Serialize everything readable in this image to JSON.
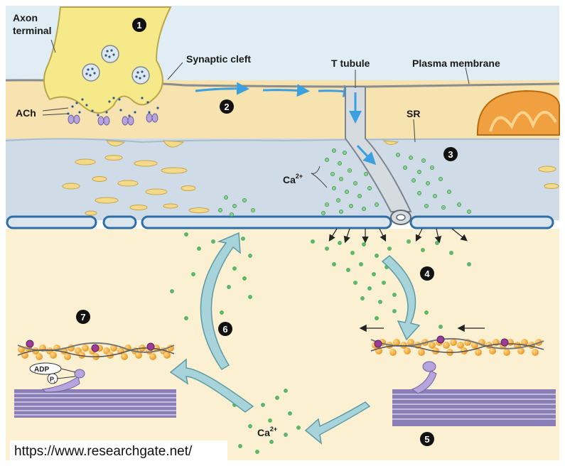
{
  "labels": {
    "axon_terminal_line1": "Axon",
    "axon_terminal_line2": "terminal",
    "synaptic_cleft": "Synaptic cleft",
    "t_tubule": "T tubule",
    "plasma_membrane": "Plasma membrane",
    "ach": "ACh",
    "sr": "SR",
    "ca_top_base": "Ca",
    "ca_top_sup": "2+",
    "ca_bottom_base": "Ca",
    "ca_bottom_sup": "2+",
    "adp": "ADP",
    "pi_base": "P",
    "pi_sub": "i"
  },
  "steps": [
    "1",
    "2",
    "3",
    "4",
    "5",
    "6",
    "7"
  ],
  "source_url": "https://www.researchgate.net/",
  "colors": {
    "axon": "#f6e98a",
    "cytoplasm_top": "#f7e4b3",
    "sr_band": "#cfdbe6",
    "cytoplasm_bottom": "#fbf1d2",
    "membrane_blue": "#2f6ea8",
    "arrow_teal": "#a6d4da",
    "calcium": "#5cb86a",
    "myosin": "#8a7fb6",
    "actin": "#f0a640"
  }
}
